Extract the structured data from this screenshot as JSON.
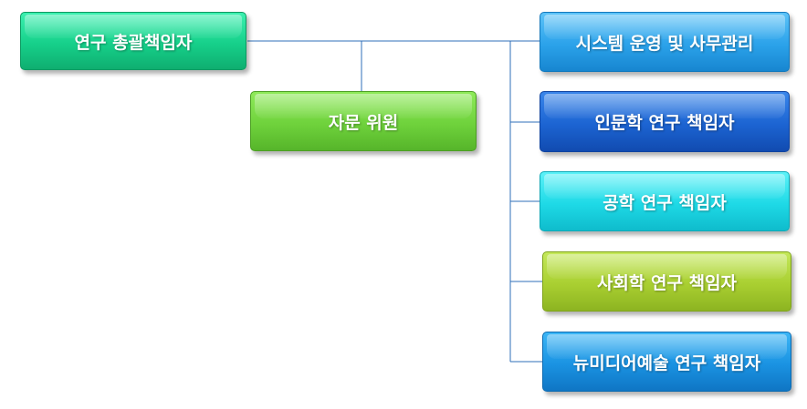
{
  "org_chart": {
    "director": {
      "label": "연구 총괄책임자",
      "color": "#16d08a"
    },
    "advisory": {
      "label": "자문 위원",
      "color": "#6fd23c"
    },
    "units": [
      {
        "label": "시스템 운영 및 사무관리",
        "color": "#2ba2ea"
      },
      {
        "label": "인문학 연구 책임자",
        "color": "#1c64d2"
      },
      {
        "label": "공학 연구 책임자",
        "color": "#1ed9e6"
      },
      {
        "label": "사회학 연구 책임자",
        "color": "#a9cf31"
      },
      {
        "label": "뉴미디어예술 연구 책임자",
        "color": "#1a92e2"
      }
    ],
    "connector_color": "#2f6fb8"
  }
}
